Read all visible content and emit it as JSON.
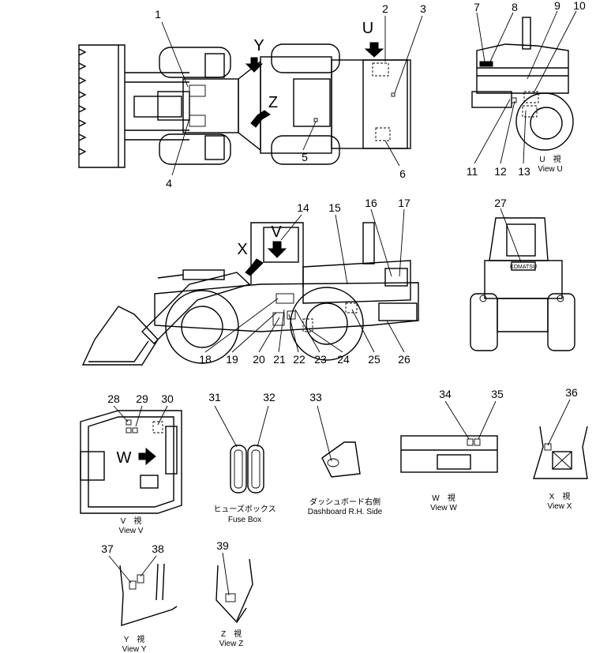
{
  "callouts": [
    "1",
    "2",
    "3",
    "4",
    "5",
    "6",
    "7",
    "8",
    "9",
    "10",
    "11",
    "12",
    "13",
    "14",
    "15",
    "16",
    "17",
    "18",
    "19",
    "20",
    "21",
    "22",
    "23",
    "24",
    "25",
    "26",
    "27",
    "28",
    "29",
    "30",
    "31",
    "32",
    "33",
    "34",
    "35",
    "36",
    "37",
    "38",
    "39"
  ],
  "view_letters": {
    "u": "U",
    "y": "Y",
    "z": "Z",
    "v": "V",
    "x": "X",
    "w": "W"
  },
  "captions": {
    "view_u_jp": "U　視",
    "view_u_en": "View  U",
    "view_v_jp": "V　視",
    "view_v_en": "View  V",
    "fuse_box_jp": "ヒューズボックス",
    "fuse_box_en": "Fuse Box",
    "dashboard_jp": "ダッシュボード右側",
    "dashboard_en": "Dashboard R.H. Side",
    "view_w_jp": "W　視",
    "view_w_en": "View  W",
    "view_x_jp": "X　視",
    "view_x_en": "View  X",
    "view_y_jp": "Y　視",
    "view_y_en": "View  Y",
    "view_z_jp": "Z　視",
    "view_z_en": "View  Z"
  },
  "brand_plate": "KOMATSU"
}
